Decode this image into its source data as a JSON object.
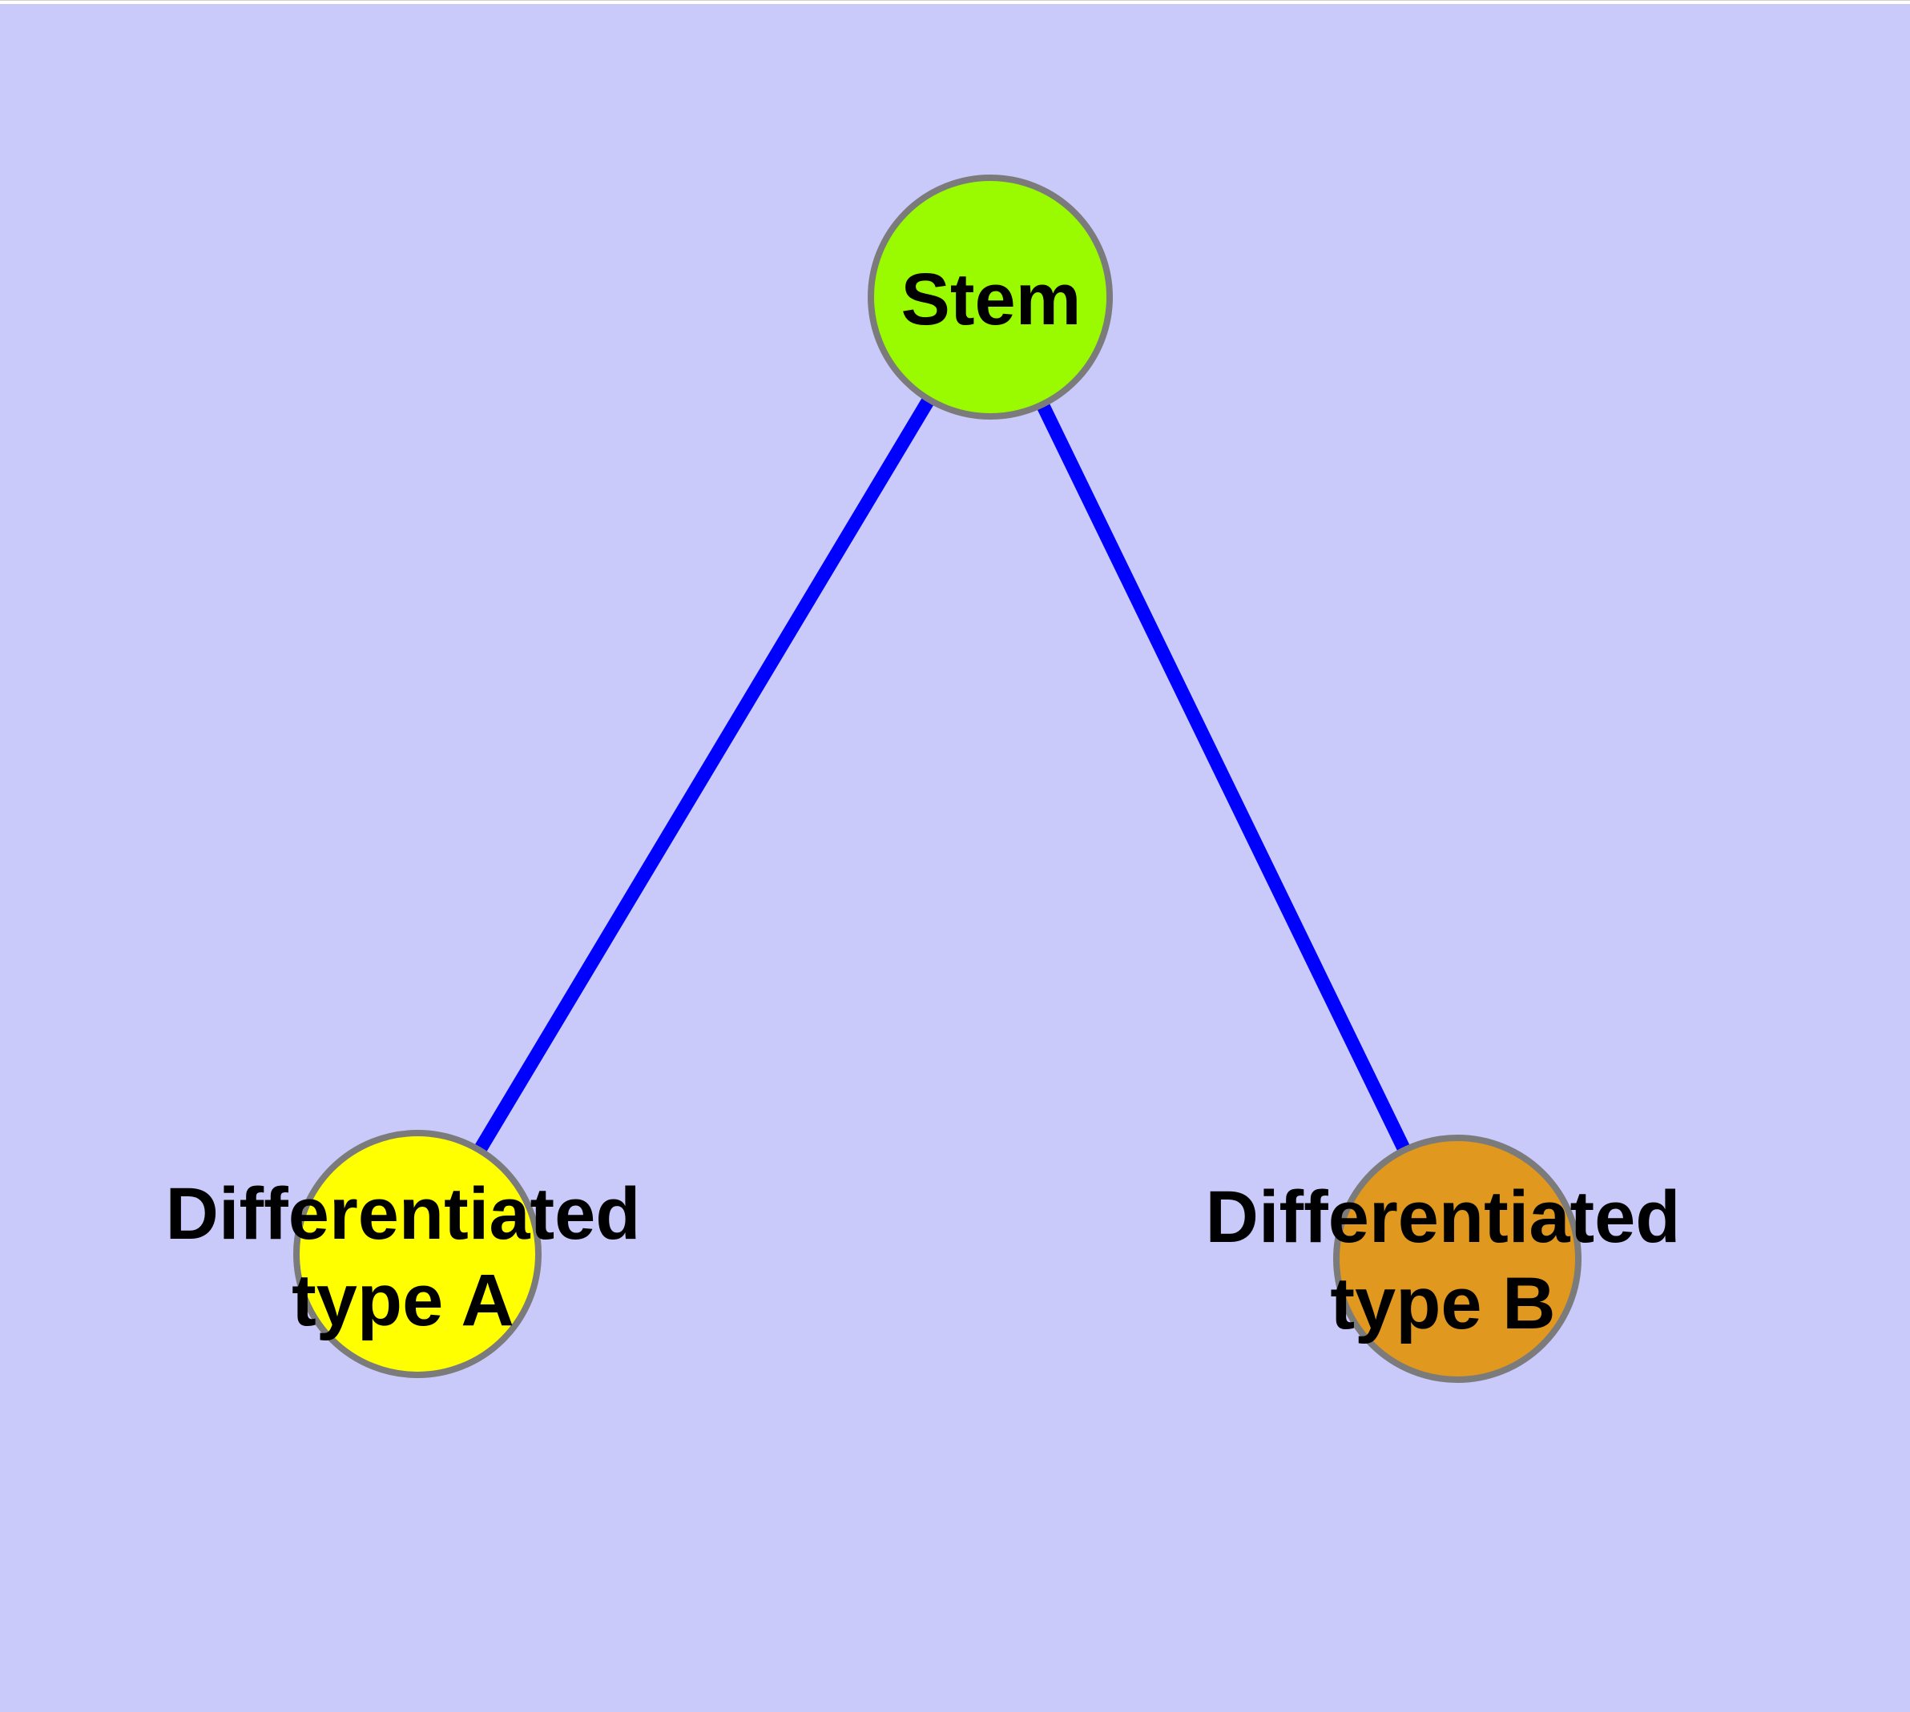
{
  "diagram": {
    "background_color": "#C9CAFA",
    "edge_color": "#0000FF",
    "node_border_color": "#7B7B7B",
    "label_color": "#000000",
    "nodes": {
      "stem": {
        "label": "Stem",
        "color": "#9AFB00"
      },
      "type_a": {
        "label": "Differentiated\ntype A",
        "color": "#FFFF00"
      },
      "type_b": {
        "label": "Differentiated\ntype B",
        "color": "#E0981E"
      }
    },
    "edges": [
      {
        "from": "Stem",
        "to": "Differentiated type A"
      },
      {
        "from": "Stem",
        "to": "Differentiated type B"
      }
    ]
  }
}
